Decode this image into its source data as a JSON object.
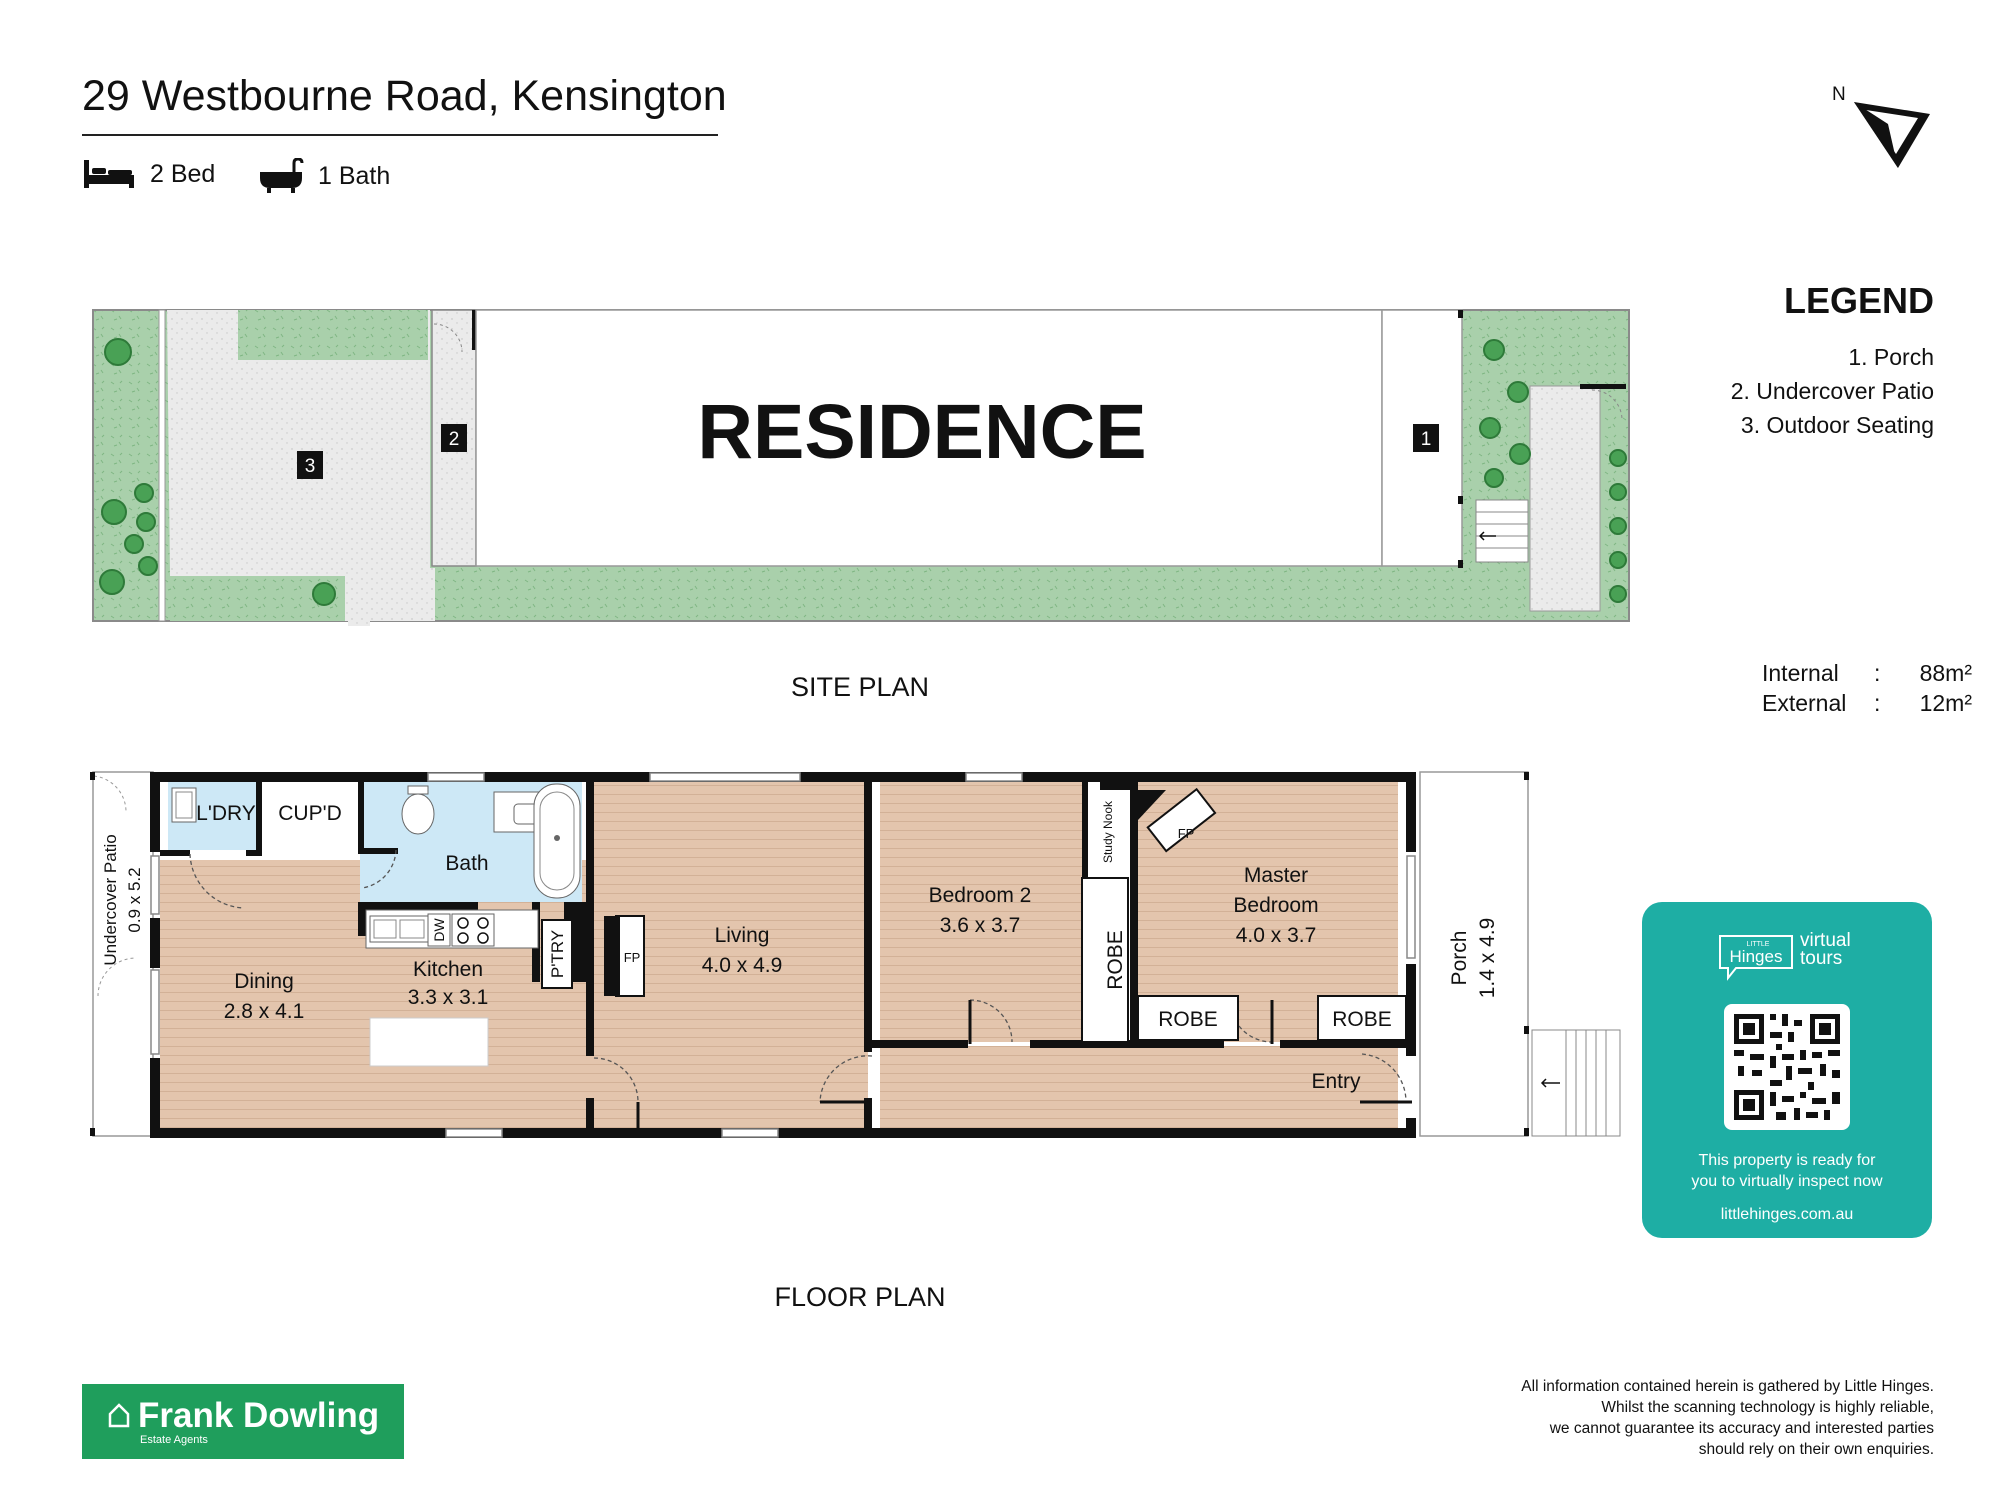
{
  "header": {
    "address": "29 Westbourne Road, Kensington",
    "beds": "2 Bed",
    "baths": "1 Bath"
  },
  "compass": {
    "label": "N"
  },
  "legend": {
    "title": "LEGEND",
    "items": [
      "1. Porch",
      "2. Undercover Patio",
      "3. Outdoor Seating"
    ]
  },
  "areas": {
    "internal_label": "Internal",
    "internal_value": "88m²",
    "external_label": "External",
    "external_value": "12m²",
    "separator": ":"
  },
  "site_plan": {
    "caption": "SITE PLAN",
    "residence_label": "RESIDENCE",
    "markers": [
      "1",
      "2",
      "3"
    ]
  },
  "floor_plan": {
    "caption": "FLOOR PLAN",
    "rooms": {
      "laundry": "L'DRY",
      "cupboard": "CUP'D",
      "bath": "Bath",
      "dining_name": "Dining",
      "dining_dims": "2.8 x 4.1",
      "kitchen_name": "Kitchen",
      "kitchen_dims": "3.3 x 3.1",
      "pantry": "P'TRY",
      "dishwasher": "DW",
      "fireplace": "FP",
      "living_name": "Living",
      "living_dims": "4.0 x 4.9",
      "bed2_name": "Bedroom 2",
      "bed2_dims": "3.6 x 3.7",
      "study_nook": "Study Nook",
      "robe": "ROBE",
      "master_name_1": "Master",
      "master_name_2": "Bedroom",
      "master_dims": "4.0 x 3.7",
      "entry": "Entry",
      "porch_name": "Porch",
      "porch_dims": "1.4 x 4.9",
      "patio_name": "Undercover Patio",
      "patio_dims": "0.9 x 5.2"
    }
  },
  "virtual_tours": {
    "brand_small": "LITTLE",
    "brand": "Hinges",
    "tag_line1": "virtual",
    "tag_line2": "tours",
    "message_line1": "This property is ready for",
    "message_line2": "you to virtually inspect now",
    "url": "littlehinges.com.au"
  },
  "agent": {
    "name": "Frank Dowling",
    "sub": "Estate Agents"
  },
  "disclaimer": [
    "All information contained herein is gathered by Little Hinges.",
    "Whilst the scanning technology is highly reliable,",
    "we cannot guarantee its accuracy and interested parties",
    "should rely on their own enquiries."
  ],
  "colors": {
    "grass": "#a9d0ab",
    "paving": "#e9e9e9",
    "floor_wood": "#e3c5ad",
    "wet_area": "#cde8f6",
    "shrub": "#49a155",
    "teal": "#1eaea4",
    "agent_green": "#1f9e5c"
  }
}
